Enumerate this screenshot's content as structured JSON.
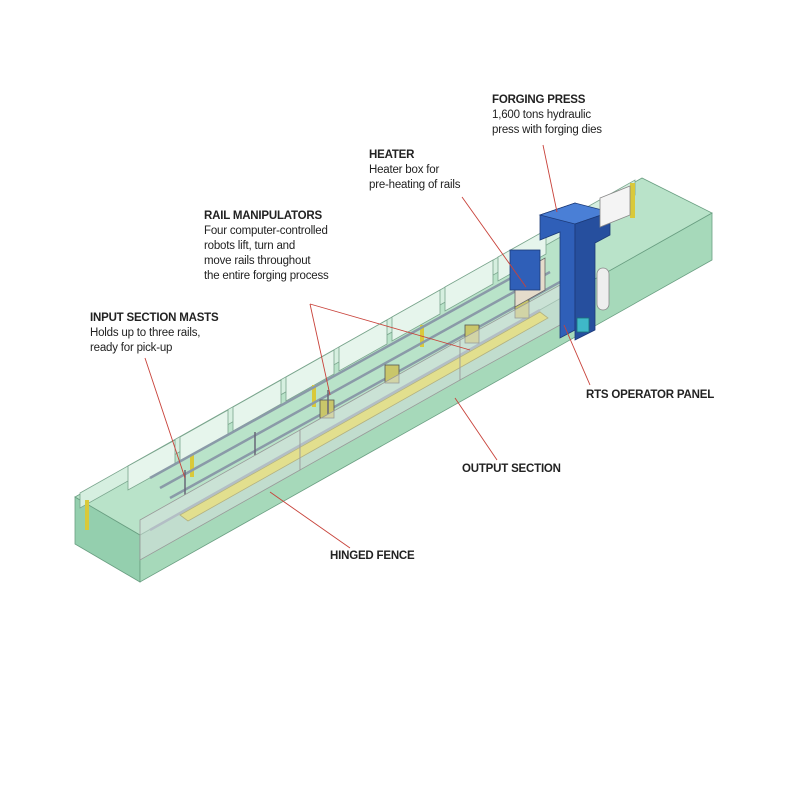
{
  "labels": {
    "forging_press": {
      "title": "FORGING PRESS",
      "desc": "1,600 tons hydraulic\npress with forging dies"
    },
    "heater": {
      "title": "HEATER",
      "desc": "Heater box for\npre-heating of rails"
    },
    "rail_manipulators": {
      "title": "RAIL MANIPULATORS",
      "desc": "Four computer-controlled\nrobots lift, turn and\nmove rails throughout\nthe entire forging process"
    },
    "input_section_masts": {
      "title": "INPUT SECTION MASTS",
      "desc": "Holds up to three rails,\nready for pick-up"
    },
    "rts_operator_panel": {
      "title": "RTS OPERATOR PANEL"
    },
    "output_section": {
      "title": "OUTPUT SECTION"
    },
    "hinged_fence": {
      "title": "HINGED FENCE"
    }
  },
  "colors": {
    "floor_top": "#b9e3c9",
    "floor_side": "#94cfae",
    "press": "#2f5fb8",
    "rail": "#e8dc3a",
    "leader": "#c8423a"
  }
}
